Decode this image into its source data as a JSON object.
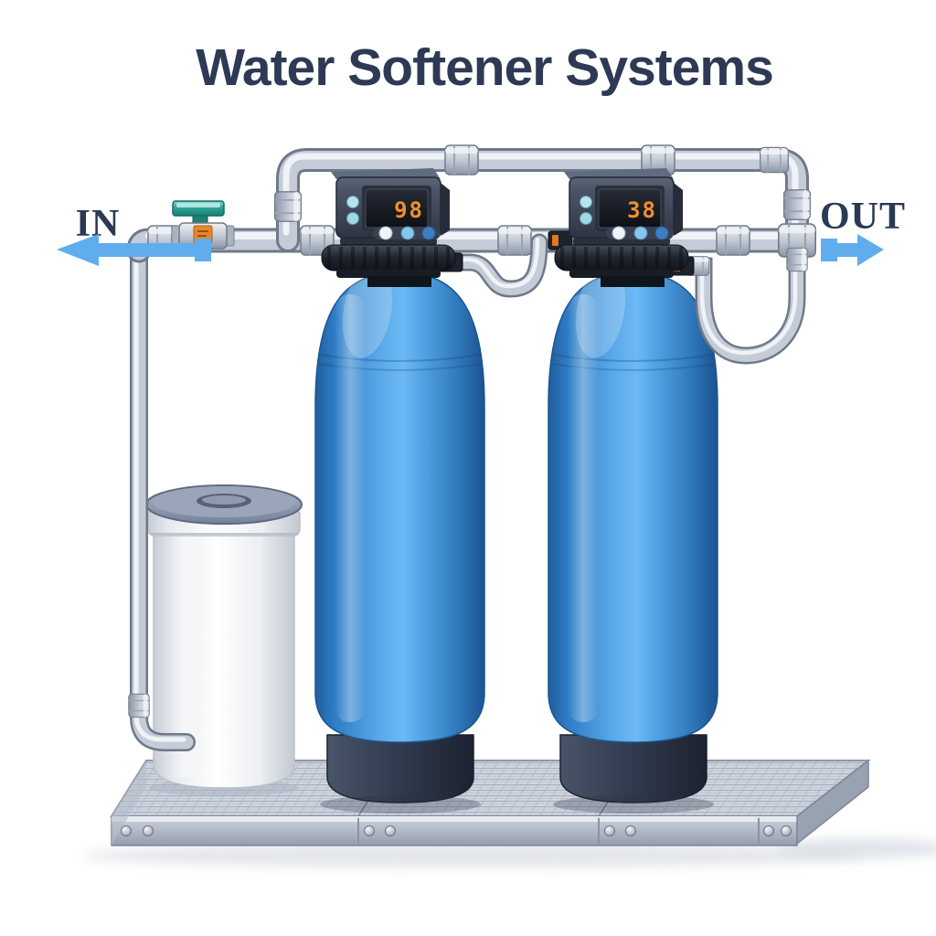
{
  "title": {
    "text": "Water Softener Systems",
    "color": "#2e3a55"
  },
  "labels": {
    "inlet": {
      "text": "IN",
      "color": "#2b3a52",
      "arrow_direction": "left",
      "arrow_color": "#5fadec"
    },
    "outlet": {
      "text": "OUT",
      "color": "#2b3a52",
      "arrow_direction": "right",
      "arrow_color": "#5fadec"
    }
  },
  "equipment": {
    "softener_tanks": [
      {
        "name": "softener tank 1",
        "body_color": "#3f93da",
        "base_color": "#2c3547",
        "valve_display_value": "98",
        "display_digit_color": "#f18f2e"
      },
      {
        "name": "softener tank 2",
        "body_color": "#3f93da",
        "base_color": "#2c3547",
        "valve_display_value": "38",
        "display_digit_color": "#f18f2e"
      }
    ],
    "brine_tank": {
      "body_color": "#f2f4f7",
      "lid_color": "#8793a8"
    },
    "inline_valve": {
      "handle_color": "#2aa79a",
      "tag_color": "#e8872a"
    },
    "pipes": {
      "metal_color": "#c5ccd7"
    },
    "platform": {
      "color": "#c3cad4"
    }
  }
}
